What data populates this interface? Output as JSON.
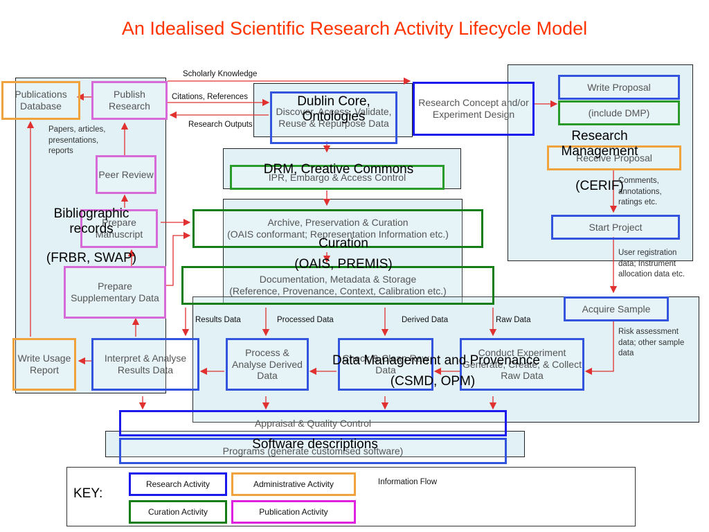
{
  "title": "An Idealised Scientific Research Activity Lifecycle Model",
  "flow_labels": {
    "scholarly": "Scholarly Knowledge",
    "citations": "Citations, References",
    "outputs": "Research Outputs",
    "papers": "Papers, articles, presentations, reports",
    "comments": "Comments, annotations, ratings etc.",
    "user_reg": "User registration data; Instrument allocation data etc.",
    "risk": "Risk assessment data; other sample data",
    "results_data": "Results Data",
    "processed_data": "Processed Data",
    "derived_data": "Derived Data",
    "raw_data": "Raw Data"
  },
  "boxes": {
    "pub_db": "Publications Database",
    "publish": "Publish Research",
    "discover": "Discover, Access, Validate, Reuse & Repurpose Data",
    "concept": "Research Concept and/or Experiment Design",
    "write_proposal": "Write Proposal",
    "include_dmp": "(include DMP)",
    "receive_proposal": "Receive Proposal",
    "start_project": "Start Project",
    "peer_review": "Peer Review",
    "ipr": "IPR, Embargo & Access Control",
    "prepare_manuscript": "Prepare Manuscript",
    "archive_line1": "Archive, Preservation & Curation",
    "archive_line2": "(OAIS conformant; Representation Information etc.)",
    "prepare_supp": "Prepare Supplementary Data",
    "doc_line1": "Documentation, Metadata & Storage",
    "doc_line2": "(Reference, Provenance, Context, Calibration etc.)",
    "acquire": "Acquire Sample",
    "write_usage": "Write Usage Report",
    "interpret": "Interpret & Analyse Results Data",
    "process": "Process & Analyse Derived Data",
    "check": "Check & Clean Raw Data",
    "conduct": "Conduct Experiment Generate, Create, & Collect Raw Data",
    "appraisal": "Appraisal & Quality Control",
    "programs": "Programs (generate customised software)"
  },
  "overlays": {
    "dublin_core": "Dublin Core, Ontologies",
    "drm": "DRM, Creative Commons",
    "research_mgmt": "Research Management",
    "cerif": "(CERIF)",
    "biblio": "Bibliographic records",
    "frbr": "(FRBR, SWAP)",
    "curation": "Curation",
    "oais": "(OAIS, PREMIS)",
    "data_mgmt": "Data Management and Provenance",
    "csmd": "(CSMD,  OPM)",
    "software": "Software descriptions"
  },
  "key": {
    "label": "KEY:",
    "research": "Research Activity",
    "admin": "Administrative Activity",
    "curation": "Curation Activity",
    "publication": "Publication Activity",
    "flow": "Information Flow"
  },
  "colors": {
    "title": "#ff3300",
    "research": "#1a1aee",
    "admin": "#f0a23c",
    "curation": "#157d15",
    "publication": "#e020e0",
    "flow_arrow": "#e03030"
  }
}
